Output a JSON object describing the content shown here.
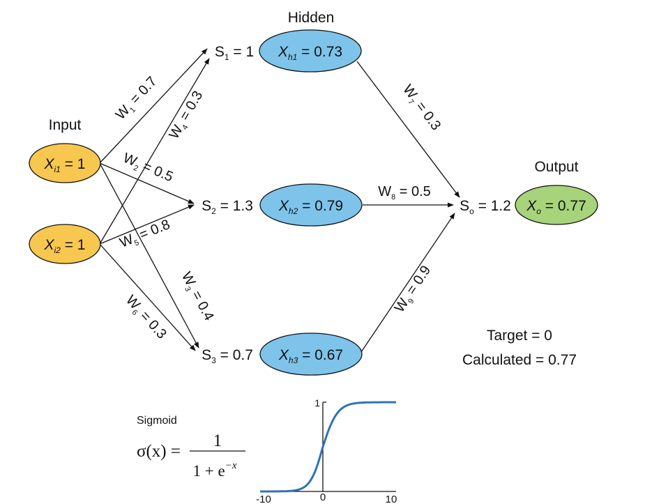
{
  "colors": {
    "input_node": "#f7c74f",
    "hidden_node": "#7ec3ea",
    "output_node": "#a7d37a",
    "stroke": "#111111",
    "sigmoid_curve": "#2f72b8"
  },
  "labels": {
    "input": "Input",
    "hidden": "Hidden",
    "output": "Output"
  },
  "nodes": {
    "i1": {
      "var": "X",
      "sub": "i1",
      "eq": " = 1"
    },
    "i2": {
      "var": "X",
      "sub": "i2",
      "eq": " = 1"
    },
    "h1": {
      "var": "X",
      "sub": "h1",
      "eq": " = 0.73"
    },
    "h2": {
      "var": "X",
      "sub": "h2",
      "eq": " = 0.79"
    },
    "h3": {
      "var": "X",
      "sub": "h3",
      "eq": " = 0.67"
    },
    "o": {
      "var": "X",
      "sub": "o",
      "eq": " = 0.77"
    }
  },
  "sums": {
    "s1": {
      "var": "S",
      "sub": "1",
      "eq": " = 1"
    },
    "s2": {
      "var": "S",
      "sub": "2",
      "eq": " = 1.3"
    },
    "s3": {
      "var": "S",
      "sub": "3",
      "eq": " = 0.7"
    },
    "so": {
      "var": "S",
      "sub": "o",
      "eq": " = 1.2"
    }
  },
  "weights": {
    "w1": {
      "var": "W",
      "sub": "1",
      "eq": " = 0.7"
    },
    "w2": {
      "var": "W",
      "sub": "2",
      "eq": " = 0.5"
    },
    "w3": {
      "var": "W",
      "sub": "3",
      "eq": " = 0.4"
    },
    "w4": {
      "var": "W",
      "sub": "4",
      "eq": " = 0.3"
    },
    "w5": {
      "var": "W",
      "sub": "5",
      "eq": " = 0.8"
    },
    "w6": {
      "var": "W",
      "sub": "6",
      "eq": " = 0.3"
    },
    "w7": {
      "var": "W",
      "sub": "7",
      "eq": " = 0.3"
    },
    "w8": {
      "var": "W",
      "sub": "8",
      "eq": " = 0.5"
    },
    "w9": {
      "var": "W",
      "sub": "9",
      "eq": " = 0.9"
    }
  },
  "result": {
    "target": "Target = 0",
    "calculated": "Calculated = 0.77"
  },
  "sigmoid": {
    "title": "Sigmoid",
    "formula_left": "σ(x) =",
    "numerator": "1",
    "denominator_base": "1 + e",
    "denominator_exp": "−x",
    "plot": {
      "x_range": [
        -10,
        10
      ],
      "y_range": [
        0,
        1
      ],
      "x_ticks": [
        "-10",
        "0",
        "10"
      ],
      "y_tick": "1"
    }
  }
}
